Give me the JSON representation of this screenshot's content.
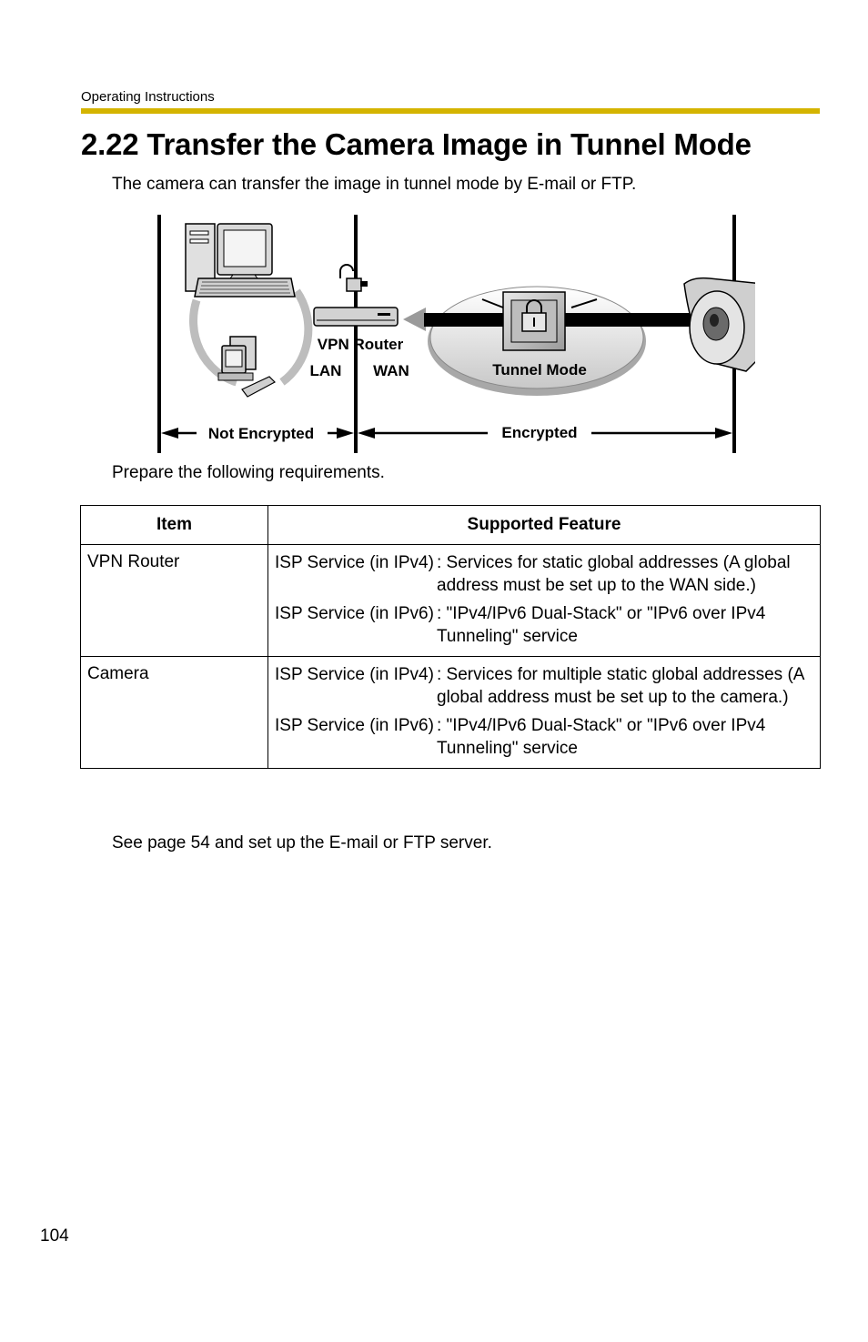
{
  "header": {
    "label": "Operating Instructions",
    "rule_color": "#d4b400"
  },
  "title": "2.22 Transfer the Camera Image in Tunnel Mode",
  "intro": "The camera can transfer the image in tunnel mode by E-mail or FTP.",
  "diagram": {
    "vpn_router": "VPN Router",
    "lan": "LAN",
    "wan": "WAN",
    "tunnel_mode": "Tunnel Mode",
    "not_encrypted": "Not Encrypted",
    "encrypted": "Encrypted",
    "icons": [
      "desktop-computer-icon",
      "pc-icon",
      "router-icon",
      "lock-icon",
      "camera-icon"
    ]
  },
  "prepare": "Prepare the following requirements.",
  "table": {
    "headers": [
      "Item",
      "Supported Feature"
    ],
    "rows": [
      {
        "item": "VPN Router",
        "features": [
          {
            "service": "ISP Service (in IPv4)",
            "desc": ": Services for static global addresses (A global address must be set up to the WAN side.)"
          },
          {
            "service": "ISP Service (in IPv6)",
            "desc": ": \"IPv4/IPv6 Dual-Stack\" or \"IPv6 over IPv4 Tunneling\" service"
          }
        ]
      },
      {
        "item": "Camera",
        "features": [
          {
            "service": "ISP Service (in IPv4)",
            "desc": ": Services for multiple static global addresses (A global address must be set up to the camera.)"
          },
          {
            "service": "ISP Service (in IPv6)",
            "desc": ": \"IPv4/IPv6 Dual-Stack\" or \"IPv6 over IPv4 Tunneling\" service"
          }
        ]
      }
    ]
  },
  "footer_note": "See page 54 and set up the E-mail or FTP server.",
  "page_number": "104"
}
